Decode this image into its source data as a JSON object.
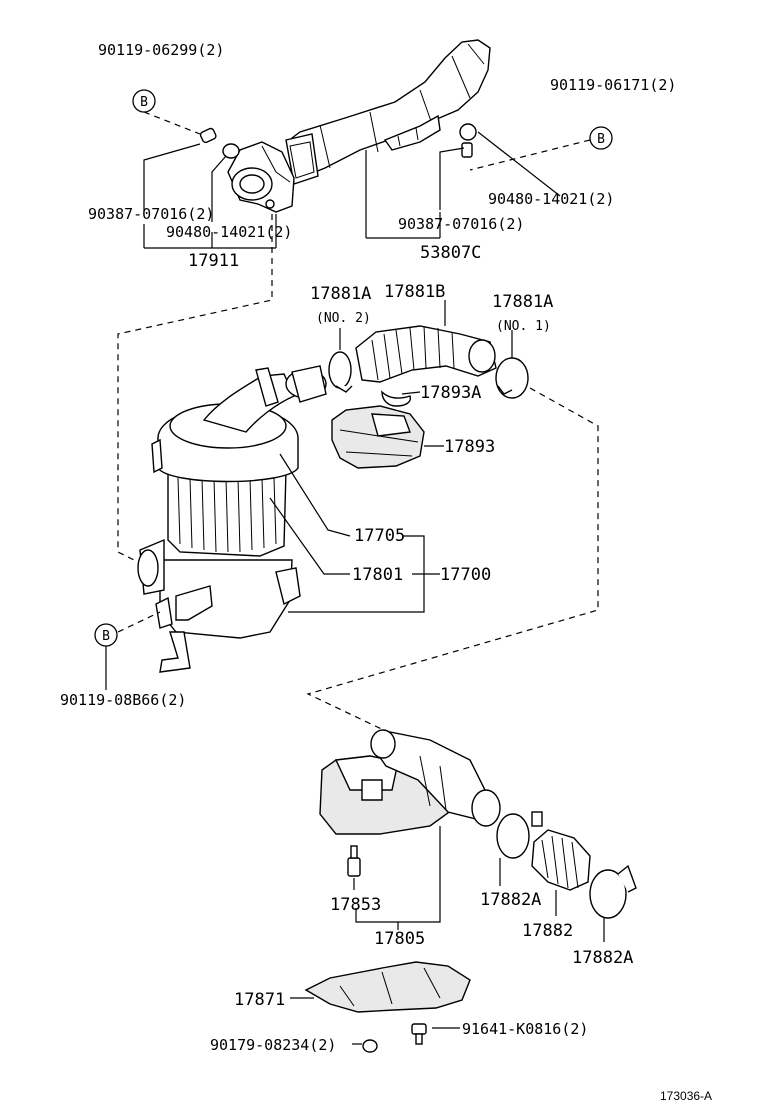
{
  "labels": {
    "p_90119_06299": "90119-06299(2)",
    "p_90119_06171": "90119-06171(2)",
    "p_90480_14021_right": "90480-14021(2)",
    "p_90387_07016_left": "90387-07016(2)",
    "p_90480_14021_left": "90480-14021(2)",
    "p_90387_07016_right": "90387-07016(2)",
    "p_17911": "17911",
    "p_53807C": "53807C",
    "p_17881A_left": "17881A",
    "p_17881B": "17881B",
    "p_17881A_right": "17881A",
    "p_no2": "(NO. 2)",
    "p_no1": "(NO. 1)",
    "p_17893A": "17893A",
    "p_17893": "17893",
    "p_17705": "17705",
    "p_17801": "17801",
    "p_17700": "17700",
    "p_90119_08B66": "90119-08B66(2)",
    "p_17853": "17853",
    "p_17805": "17805",
    "p_17882A_left": "17882A",
    "p_17882": "17882",
    "p_17882A_right": "17882A",
    "p_17871": "17871",
    "p_90179_08234": "90179-08234(2)",
    "p_91641_K0816": "91641-K0816(2)",
    "b_top_left": "B",
    "b_top_right": "B",
    "b_bottom_left": "B",
    "illustration_code": "173036-A"
  }
}
